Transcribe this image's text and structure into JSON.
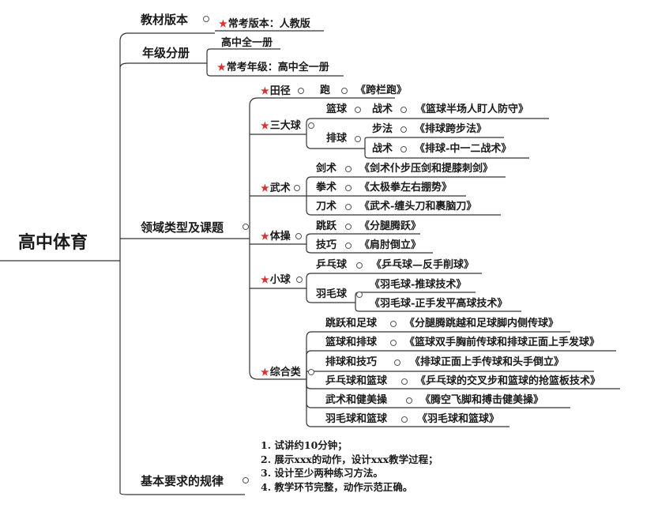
{
  "root": "高中体育",
  "branches": {
    "textbook": {
      "label": "教材版本",
      "note": "常考版本：人教版"
    },
    "grade": {
      "label": "年级分册",
      "item": "高中全一册",
      "note": "常考年级：高中全一册"
    },
    "domains": {
      "label": "领域类型及课题",
      "track": {
        "label": "田径",
        "sub": "跑",
        "topic": "《跨栏跑》"
      },
      "balls": {
        "label": "三大球",
        "basketball": {
          "label": "篮球",
          "sub": "战术",
          "topic": "《篮球半场人盯人防守》"
        },
        "volleyball": {
          "label": "排球",
          "step": {
            "label": "步法",
            "topic": "《排球跨步法》"
          },
          "tactic": {
            "label": "战术",
            "topic": "《排球-中一二战术》"
          }
        }
      },
      "martial": {
        "label": "武术",
        "items": [
          {
            "label": "剑术",
            "topic": "《剑术仆步压剑和提膝刺剑》"
          },
          {
            "label": "拳术",
            "topic": "《太极拳左右掤势》"
          },
          {
            "label": "刀术",
            "topic": "《武术-缠头刀和裹脑刀》"
          }
        ]
      },
      "gym": {
        "label": "体操",
        "items": [
          {
            "label": "跳跃",
            "topic": "《分腿腾跃》"
          },
          {
            "label": "技巧",
            "topic": "《肩肘倒立》"
          }
        ]
      },
      "small": {
        "label": "小球",
        "pingpong": {
          "label": "乒乓球",
          "topic": "《乒乓球—反手削球》"
        },
        "badminton": {
          "label": "羽毛球",
          "topics": [
            "《羽毛球-推球技术》",
            "《羽毛球-正手发平高球技术》"
          ]
        }
      },
      "combined": {
        "label": "综合类",
        "items": [
          {
            "label": "跳跃和足球",
            "topic": "《分腿腾跳越和足球脚内侧传球》"
          },
          {
            "label": "篮球和排球",
            "topic": "《篮球双手胸前传球和排球正面上手发球》"
          },
          {
            "label": "排球和技巧",
            "topic": "《排球正面上手传球和头手倒立》"
          },
          {
            "label": "乒乓球和篮球",
            "topic": "《乒乓球的交叉步和篮球的抢篮板技术》"
          },
          {
            "label": "武术和健美操",
            "topic": "《腾空飞脚和搏击健美操》"
          },
          {
            "label": "羽毛球和篮球",
            "topic": "《羽毛球和篮球》"
          }
        ]
      }
    },
    "requirements": {
      "label": "基本要求的规律",
      "lines": [
        "1. 试讲约10分钟；",
        "2. 展示xxx的动作，设计xxx教学过程；",
        "3. 设计至少两种练习方法。",
        "4. 教学环节完整，动作示范正确。"
      ]
    }
  },
  "colors": {
    "line": "#333333",
    "star": "#d93030"
  }
}
